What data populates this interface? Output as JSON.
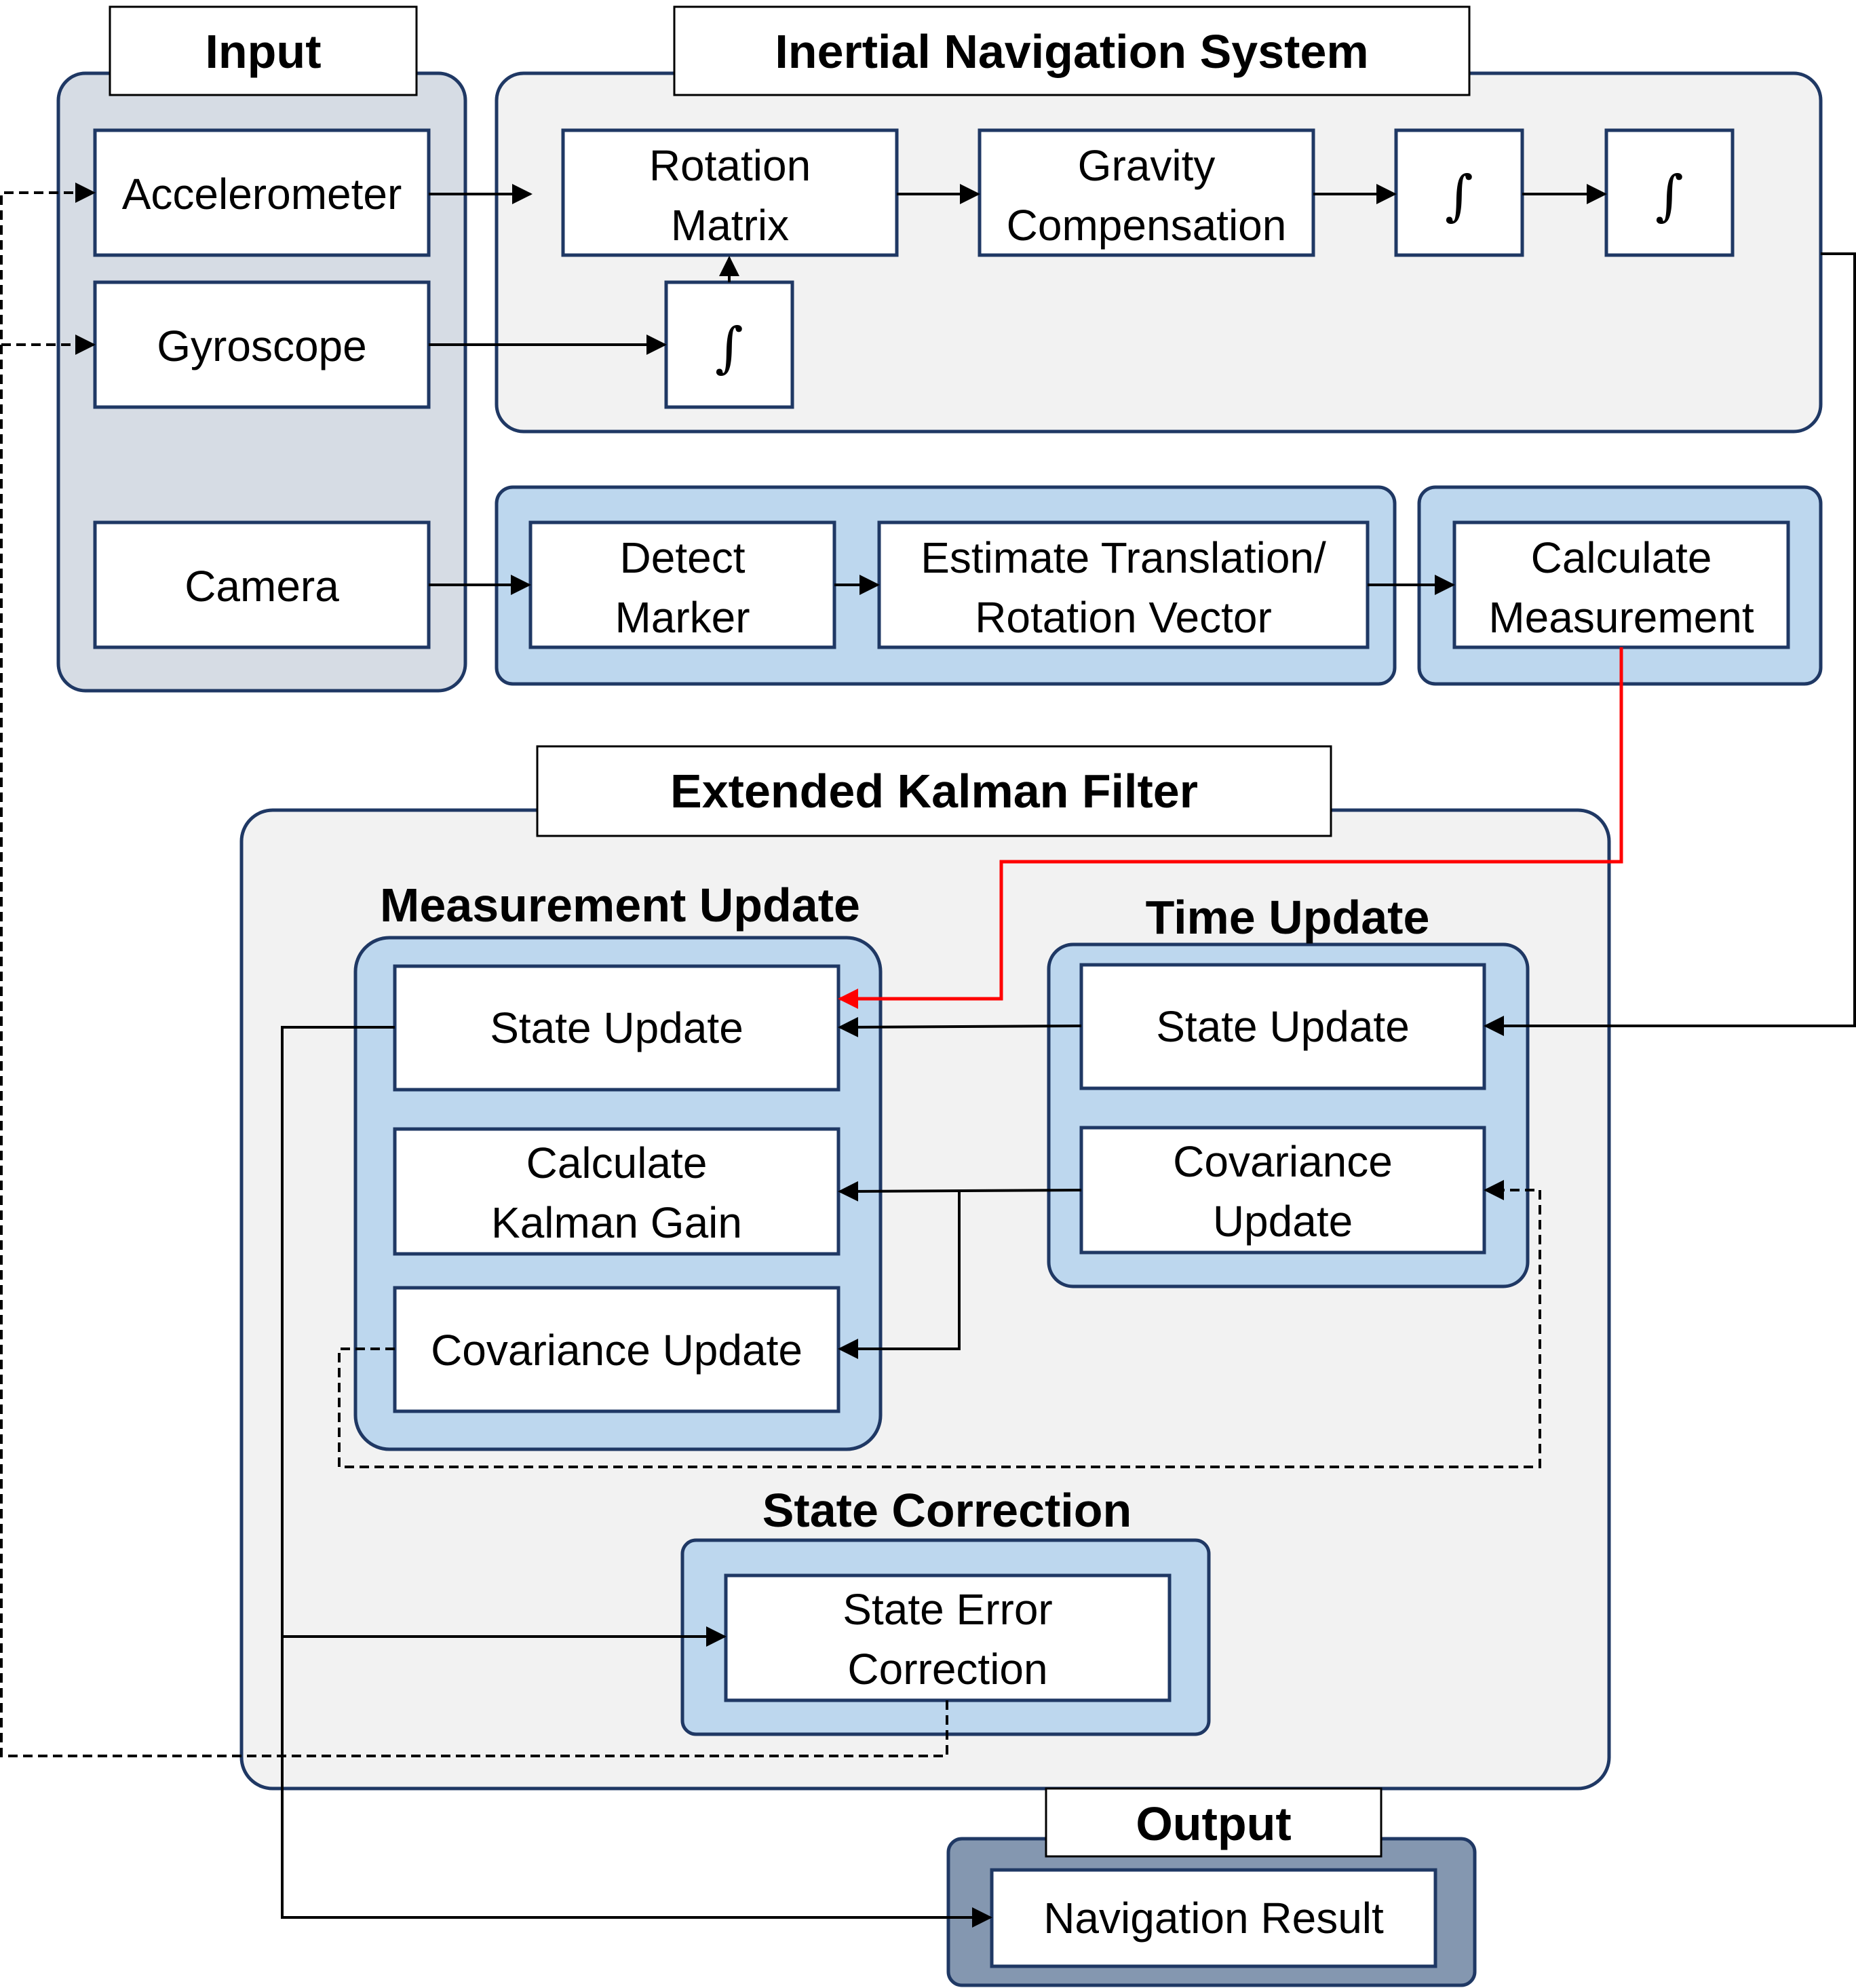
{
  "colors": {
    "input_panel": "#d6dce4",
    "system_panel": "#f2f2f2",
    "group_panel": "#bdd7ee",
    "output_panel": "#8497b0",
    "border": "#1f3864",
    "box": "#ffffff",
    "line": "#000000",
    "measurement_line": "#ff0000"
  },
  "input": {
    "title": "Input",
    "accelerometer": "Accelerometer",
    "gyroscope": "Gyroscope",
    "camera": "Camera"
  },
  "ins": {
    "title": "Inertial Navigation System",
    "rotation_matrix": [
      "Rotation",
      "Matrix"
    ],
    "gravity_compensation": [
      "Gravity",
      "Compensation"
    ],
    "integral_symbol": "∫"
  },
  "vision": {
    "detect_marker": [
      "Detect",
      "Marker"
    ],
    "estimate": [
      "Estimate Translation/",
      "Rotation Vector"
    ],
    "calculate_measurement": [
      "Calculate",
      "Measurement"
    ]
  },
  "ekf": {
    "title": "Extended Kalman Filter",
    "measurement_update": {
      "title": "Measurement Update",
      "state_update": "State Update",
      "kalman_gain": [
        "Calculate",
        "Kalman Gain"
      ],
      "covariance_update": "Covariance Update"
    },
    "time_update": {
      "title": "Time Update",
      "state_update": "State Update",
      "covariance_update": [
        "Covariance",
        "Update"
      ]
    },
    "state_correction": {
      "title": "State Correction",
      "state_error_correction": [
        "State Error",
        "Correction"
      ]
    }
  },
  "output": {
    "title": "Output",
    "navigation_result": "Navigation Result"
  }
}
